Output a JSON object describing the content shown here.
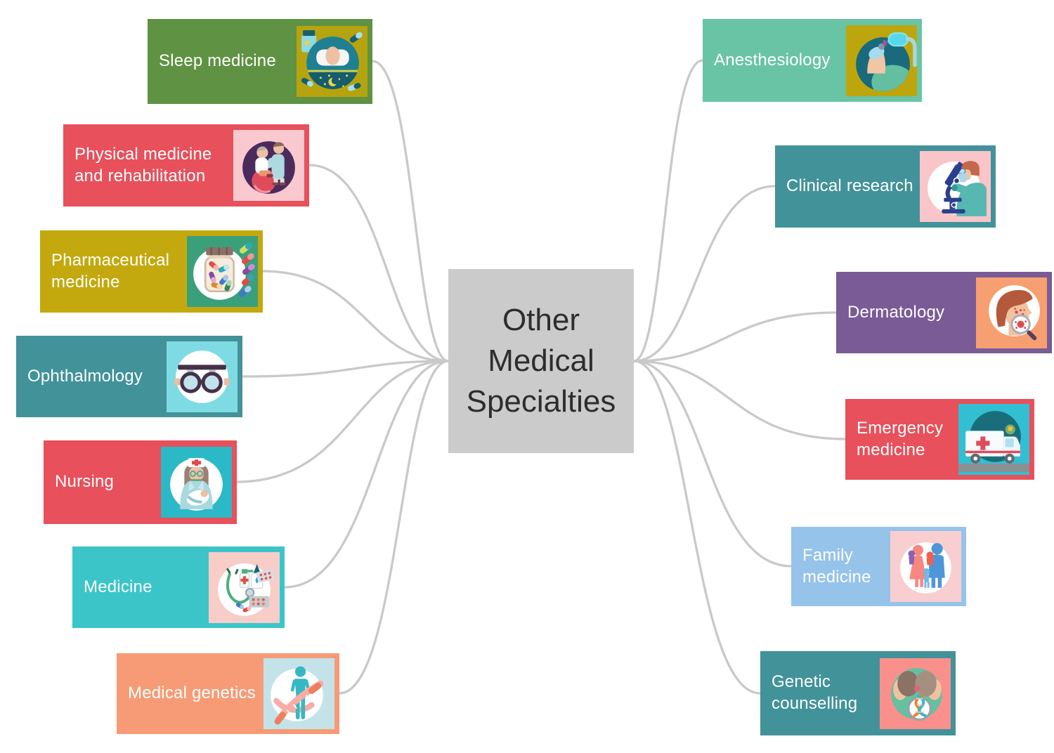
{
  "diagram_title": "Other Medical Specialties",
  "center": {
    "label": "Other Medical Specialties",
    "bg": "#cbcbcb",
    "text_color": "#2d2d2f"
  },
  "connector_color": "#c9c9c9",
  "nodes": [
    {
      "label": "Sleep medicine",
      "side": "left",
      "color": "#5f9243",
      "icon_bg": "#b5a40e",
      "icon": "sleeping-patient-with-pills"
    },
    {
      "label": "Physical medicine and rehabilitation",
      "side": "left",
      "color": "#e8505b",
      "icon_bg": "#f9c9cf",
      "icon": "therapist-patient-exercise-ball"
    },
    {
      "label": "Pharmaceutical medicine",
      "side": "left",
      "color": "#c3a90e",
      "icon_bg": "#3aa07c",
      "icon": "pill-jar-capsules"
    },
    {
      "label": "Ophthalmology",
      "side": "left",
      "color": "#42929a",
      "icon_bg": "#7edbe4",
      "icon": "trial-frame-glasses"
    },
    {
      "label": "Nursing",
      "side": "left",
      "color": "#e8505b",
      "icon_bg": "#2bb9c7",
      "icon": "nurse-holding-baby"
    },
    {
      "label": "Medicine",
      "side": "left",
      "color": "#3bc5c9",
      "icon_bg": "#f8ccc7",
      "icon": "stethoscope-medicines"
    },
    {
      "label": "Medical genetics",
      "side": "left",
      "color": "#f69b75",
      "icon_bg": "#c3e3e9",
      "icon": "human-figure-dna"
    },
    {
      "label": "Anesthesiology",
      "side": "right",
      "color": "#69c4a5",
      "icon_bg": "#bda60d",
      "icon": "anesthesia-mask-patient"
    },
    {
      "label": "Clinical research",
      "side": "right",
      "color": "#42929a",
      "icon_bg": "#f9c5c9",
      "icon": "scientist-microscope"
    },
    {
      "label": "Dermatology",
      "side": "right",
      "color": "#7a5b96",
      "icon_bg": "#f89f71",
      "icon": "skin-rash-magnifier"
    },
    {
      "label": "Emergency medicine",
      "side": "right",
      "color": "#e8505b",
      "icon_bg": "#32bfd2",
      "icon": "ambulance"
    },
    {
      "label": "Family medicine",
      "side": "right",
      "color": "#95c3ea",
      "icon_bg": "#f8ced1",
      "icon": "family-figures"
    },
    {
      "label": "Genetic counselling",
      "side": "right",
      "color": "#42929a",
      "icon_bg": "#f9908b",
      "icon": "couple-heads-dna-magnifier"
    }
  ]
}
